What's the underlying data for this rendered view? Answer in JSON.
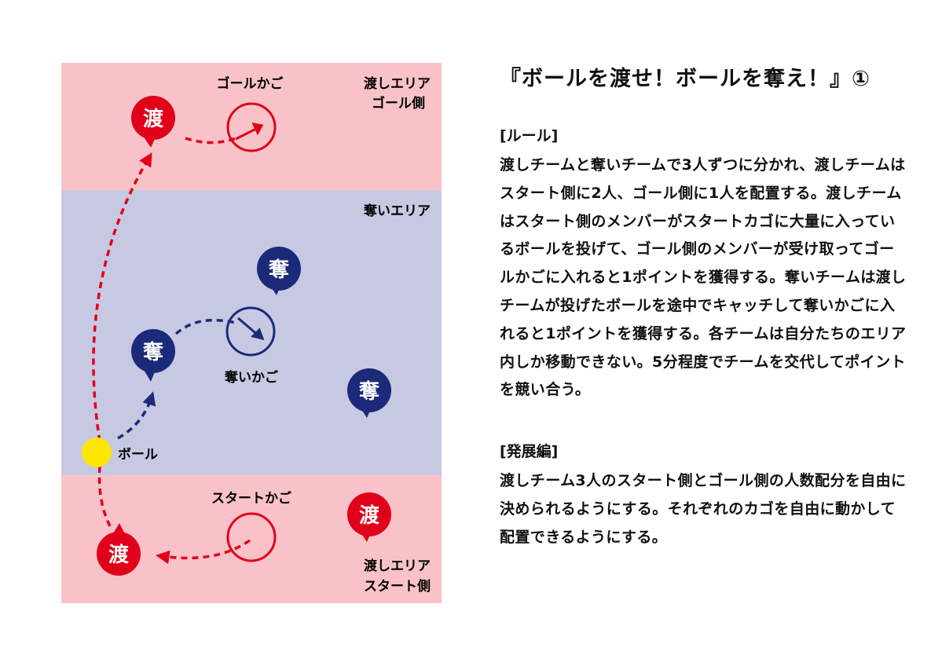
{
  "diagram": {
    "zones": {
      "goal_area_label_1": "渡しエリア",
      "goal_area_label_2": "ゴール側",
      "steal_area_label": "奪いエリア",
      "start_area_label_1": "渡しエリア",
      "start_area_label_2": "スタート側"
    },
    "baskets": {
      "goal": "ゴールかご",
      "steal": "奪いかご",
      "start": "スタートかご"
    },
    "ball_label": "ボール",
    "pass_player_glyph": "渡",
    "steal_player_glyph": "奪",
    "colors": {
      "pass_zone": "#f9c2c8",
      "steal_zone": "#c7c9e2",
      "pass_red": "#e0001a",
      "steal_navy": "#1c2a7a",
      "ball_yellow": "#ffe600"
    }
  },
  "text": {
    "title": "『ボールを渡せ！ボールを奪え！』①",
    "rules_heading": "[ルール]",
    "rules_body": "渡しチームと奪いチームで3人ずつに分かれ、渡しチームはスタート側に2人、ゴール側に1人を配置する。渡しチームはスタート側のメンバーがスタートカゴに大量に入っているボールを投げて、ゴール側のメンバーが受け取ってゴールかごに入れると1ポイントを獲得する。奪いチームは渡しチームが投げたボールを途中でキャッチして奪いかごに入れると1ポイントを獲得する。各チームは自分たちのエリア内しか移動できない。5分程度でチームを交代してポイントを競い合う。",
    "advanced_heading": "[発展編]",
    "advanced_body": "渡しチーム3人のスタート側とゴール側の人数配分を自由に決められるようにする。それぞれのカゴを自由に動かして配置できるようにする。"
  }
}
